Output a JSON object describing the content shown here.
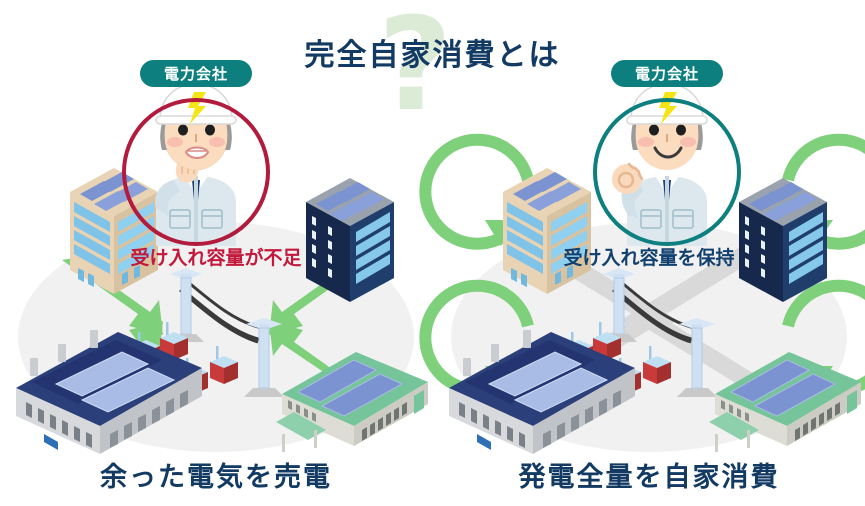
{
  "header": {
    "title": "完全自家消費とは",
    "question_mark": "?",
    "title_color": "#123a63",
    "question_mark_color": "#dcebd6"
  },
  "panels": [
    {
      "id": "sell-surplus",
      "badge_label": "電力会社",
      "badge_color": "#0d7f7f",
      "person": {
        "name": "worried-worker",
        "mood": "worried",
        "ring_color": "#b31b3c",
        "helmet_color": "#ffffff",
        "helmet_bolt_color": "#f5e416",
        "uniform_color": "#dfe9ee"
      },
      "status_text": "受け入れ容量が不足",
      "status_color": "#c2183c",
      "flow": "arrows-to-substation",
      "arrow_color": "#7ed07a",
      "caption": "余った電気を売電",
      "buildings": [
        {
          "name": "office-tower-beige",
          "position": "top-left"
        },
        {
          "name": "office-tower-navy",
          "position": "top-right"
        },
        {
          "name": "factory-navy-roof",
          "position": "bottom-left"
        },
        {
          "name": "warehouse-green-roof",
          "position": "bottom-right"
        }
      ],
      "substation": {
        "name": "substation",
        "pylons": 2,
        "transformers": 4
      }
    },
    {
      "id": "self-consumption",
      "badge_label": "電力会社",
      "badge_color": "#0d7f7f",
      "person": {
        "name": "happy-worker",
        "mood": "happy",
        "ring_color": "#0d7f7f",
        "helmet_color": "#ffffff",
        "helmet_bolt_color": "#f5e416",
        "uniform_color": "#dfe9ee"
      },
      "status_text": "受け入れ容量を保持",
      "status_color": "#12406e",
      "flow": "circular-loops",
      "arrow_color": "#7ed07a",
      "caption": "発電全量を自家消費",
      "buildings": [
        {
          "name": "office-tower-beige",
          "position": "top-left"
        },
        {
          "name": "office-tower-navy",
          "position": "top-right"
        },
        {
          "name": "factory-navy-roof",
          "position": "bottom-left"
        },
        {
          "name": "warehouse-green-roof",
          "position": "bottom-right"
        }
      ],
      "substation": {
        "name": "substation",
        "pylons": 2,
        "transformers": 4
      }
    }
  ],
  "palette": {
    "background": "#ffffff",
    "ground_ellipse": "#f1f1f1",
    "road": "#d9d9d9",
    "green_arrow": "#7ed07a",
    "solar_panel": "#7b93d1",
    "navy": "#123a63"
  }
}
